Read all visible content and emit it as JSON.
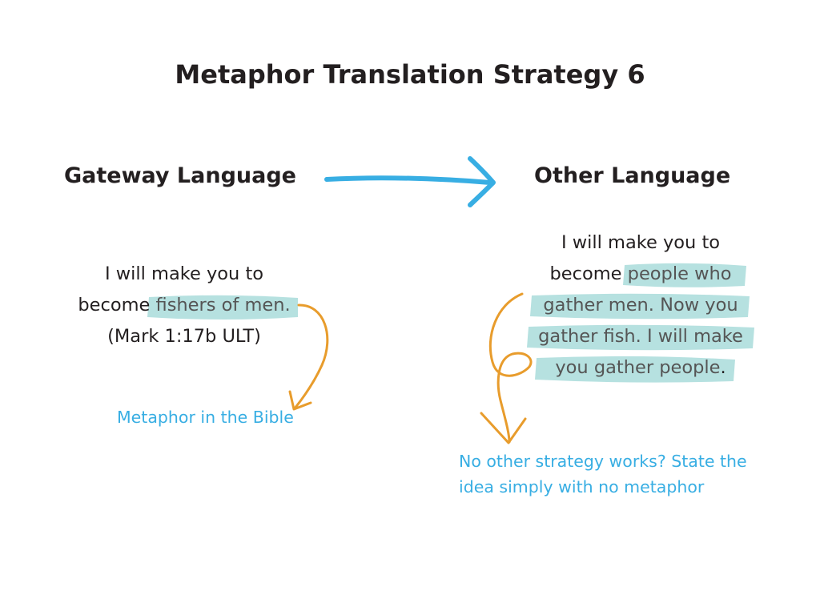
{
  "title": "Metaphor Translation Strategy 6",
  "gateway": {
    "heading": "Gateway Language",
    "line1": "I will make you to",
    "line2_plain": "become",
    "line2_highlight": "fishers of men.",
    "line3": "(Mark 1:17b ULT)",
    "note": "Metaphor in the Bible"
  },
  "other": {
    "heading": "Other Language",
    "line1": "I will make you to",
    "line2_plain": "become",
    "line2_highlight": "people who",
    "line3": "gather men. Now you",
    "line4": "gather fish. I will make",
    "line5_highlight": "you gather people",
    "line5_end": ".",
    "note_line1": "No other strategy works? State the",
    "note_line2": "idea simply with no metaphor"
  },
  "colors": {
    "arrow_blue": "#38aee3",
    "highlight_teal": "#a9dcdb",
    "orange_arrow": "#e89c2c",
    "note_blue": "#38aee3",
    "text_dark": "#231f20"
  },
  "icons": {
    "main_arrow": "right-arrow",
    "curved_arrows": "curved-arrow-down"
  }
}
